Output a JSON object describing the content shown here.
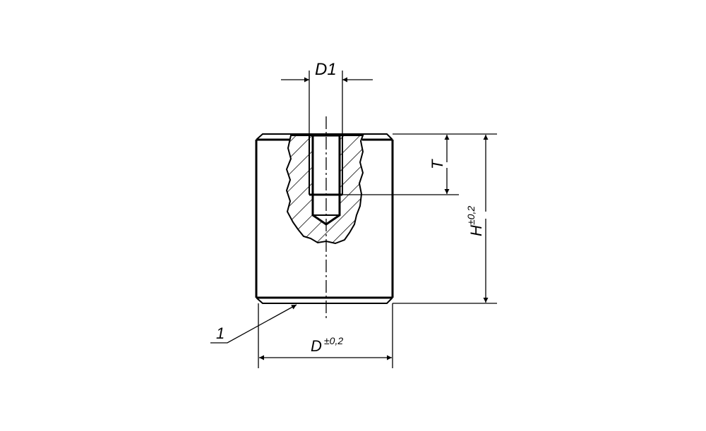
{
  "drawing": {
    "labels": {
      "d1": "D1",
      "t": "T",
      "h": "H",
      "h_tol": "±0,2",
      "d": "D",
      "d_tol": "±0,2",
      "item": "1"
    },
    "line_color": "#000000",
    "background": "#ffffff"
  }
}
